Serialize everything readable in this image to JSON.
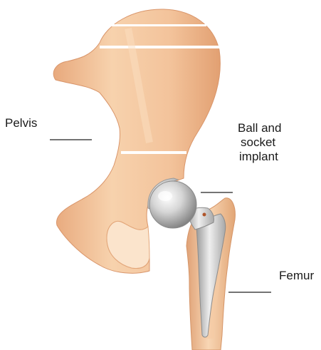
{
  "labels": {
    "pelvis": "Pelvis",
    "implant_line1": "Ball and",
    "implant_line2": "socket",
    "implant_line3": "implant",
    "femur": "Femur"
  },
  "colors": {
    "bone_light": "#f7d2ad",
    "bone_mid": "#eeb58a",
    "bone_dark": "#d99a6c",
    "metal_light": "#f2f2f2",
    "metal_mid": "#c8c8c8",
    "metal_dark": "#8a8a8a",
    "leader_line": "#222222"
  }
}
